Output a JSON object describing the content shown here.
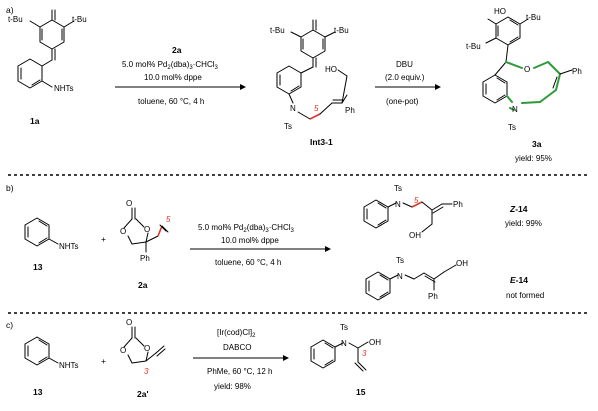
{
  "panels": {
    "a": {
      "tag": "a)",
      "sm1_tBu_left": "t-Bu",
      "sm1_tBu_right": "t-Bu",
      "sm1_group": "NHTs",
      "sm1_label": "1a",
      "reagent_label": "2a",
      "cond1_pd": "5.0 mol% Pd",
      "cond1_pd_sub": "2",
      "cond1_pd_rest": "(dba)",
      "cond1_pd_sub2": "3",
      "cond1_pd_tail": "·CHCl",
      "cond1_pd_sub3": "3",
      "cond1_ligand": "10.0 mol% dppe",
      "cond1_solvent": "toluene, 60 °C, 4 h",
      "int_tBu_left": "t-Bu",
      "int_tBu_right": "t-Bu",
      "int_oh": "HO",
      "int_n": "N",
      "int_ts": "Ts",
      "int_ph": "Ph",
      "int_locant": "5",
      "int_label": "Int3-1",
      "cond2_base": "DBU",
      "cond2_equiv": "(2.0 equiv.)",
      "cond2_mode": "(one-pot)",
      "prod_ho": "HO",
      "prod_tBu_top": "t-Bu",
      "prod_tBu_left": "t-Bu",
      "prod_o": "O",
      "prod_n": "N",
      "prod_ts": "Ts",
      "prod_ph": "Ph",
      "prod_label": "3a",
      "prod_yield": "yield: 95%"
    },
    "b": {
      "tag": "b)",
      "sm_group": "NHTs",
      "sm_label": "13",
      "plus": "+",
      "reagent_o": "O",
      "reagent_ph": "Ph",
      "reagent_locant": "5",
      "reagent_label": "2a",
      "cond_pd": "5.0 mol% Pd",
      "cond_pd_sub": "2",
      "cond_pd_rest": "(dba)",
      "cond_pd_sub2": "3",
      "cond_pd_tail": "·CHCl",
      "cond_pd_sub3": "3",
      "cond_ligand": "10.0 mol% dppe",
      "cond_solvent": "toluene, 60 °C, 4 h",
      "z_ts": "Ts",
      "z_n": "N",
      "z_ph": "Ph",
      "z_oh": "OH",
      "z_locant": "5",
      "z_label_prefix": "Z",
      "z_label_suffix": "-14",
      "z_yield": "yield: 99%",
      "e_ts": "Ts",
      "e_n": "N",
      "e_ph": "Ph",
      "e_oh": "OH",
      "e_label_prefix": "E",
      "e_label_suffix": "-14",
      "e_status": "not formed"
    },
    "c": {
      "tag": "c)",
      "sm_group": "NHTs",
      "sm_label": "13",
      "plus": "+",
      "reagent_o": "O",
      "reagent_locant": "3",
      "reagent_label": "2a'",
      "cond_cat": "[Ir(cod)Cl]",
      "cond_cat_sub": "2",
      "cond_base": "DABCO",
      "cond_solvent": "PhMe, 60 °C, 12 h",
      "cond_yield": "yield: 98%",
      "prod_ts": "Ts",
      "prod_n": "N",
      "prod_oh": "OH",
      "prod_locant": "3",
      "prod_label": "15"
    }
  },
  "colors": {
    "highlight_red": "#e0332b",
    "ring_green": "#2e9a3a"
  }
}
